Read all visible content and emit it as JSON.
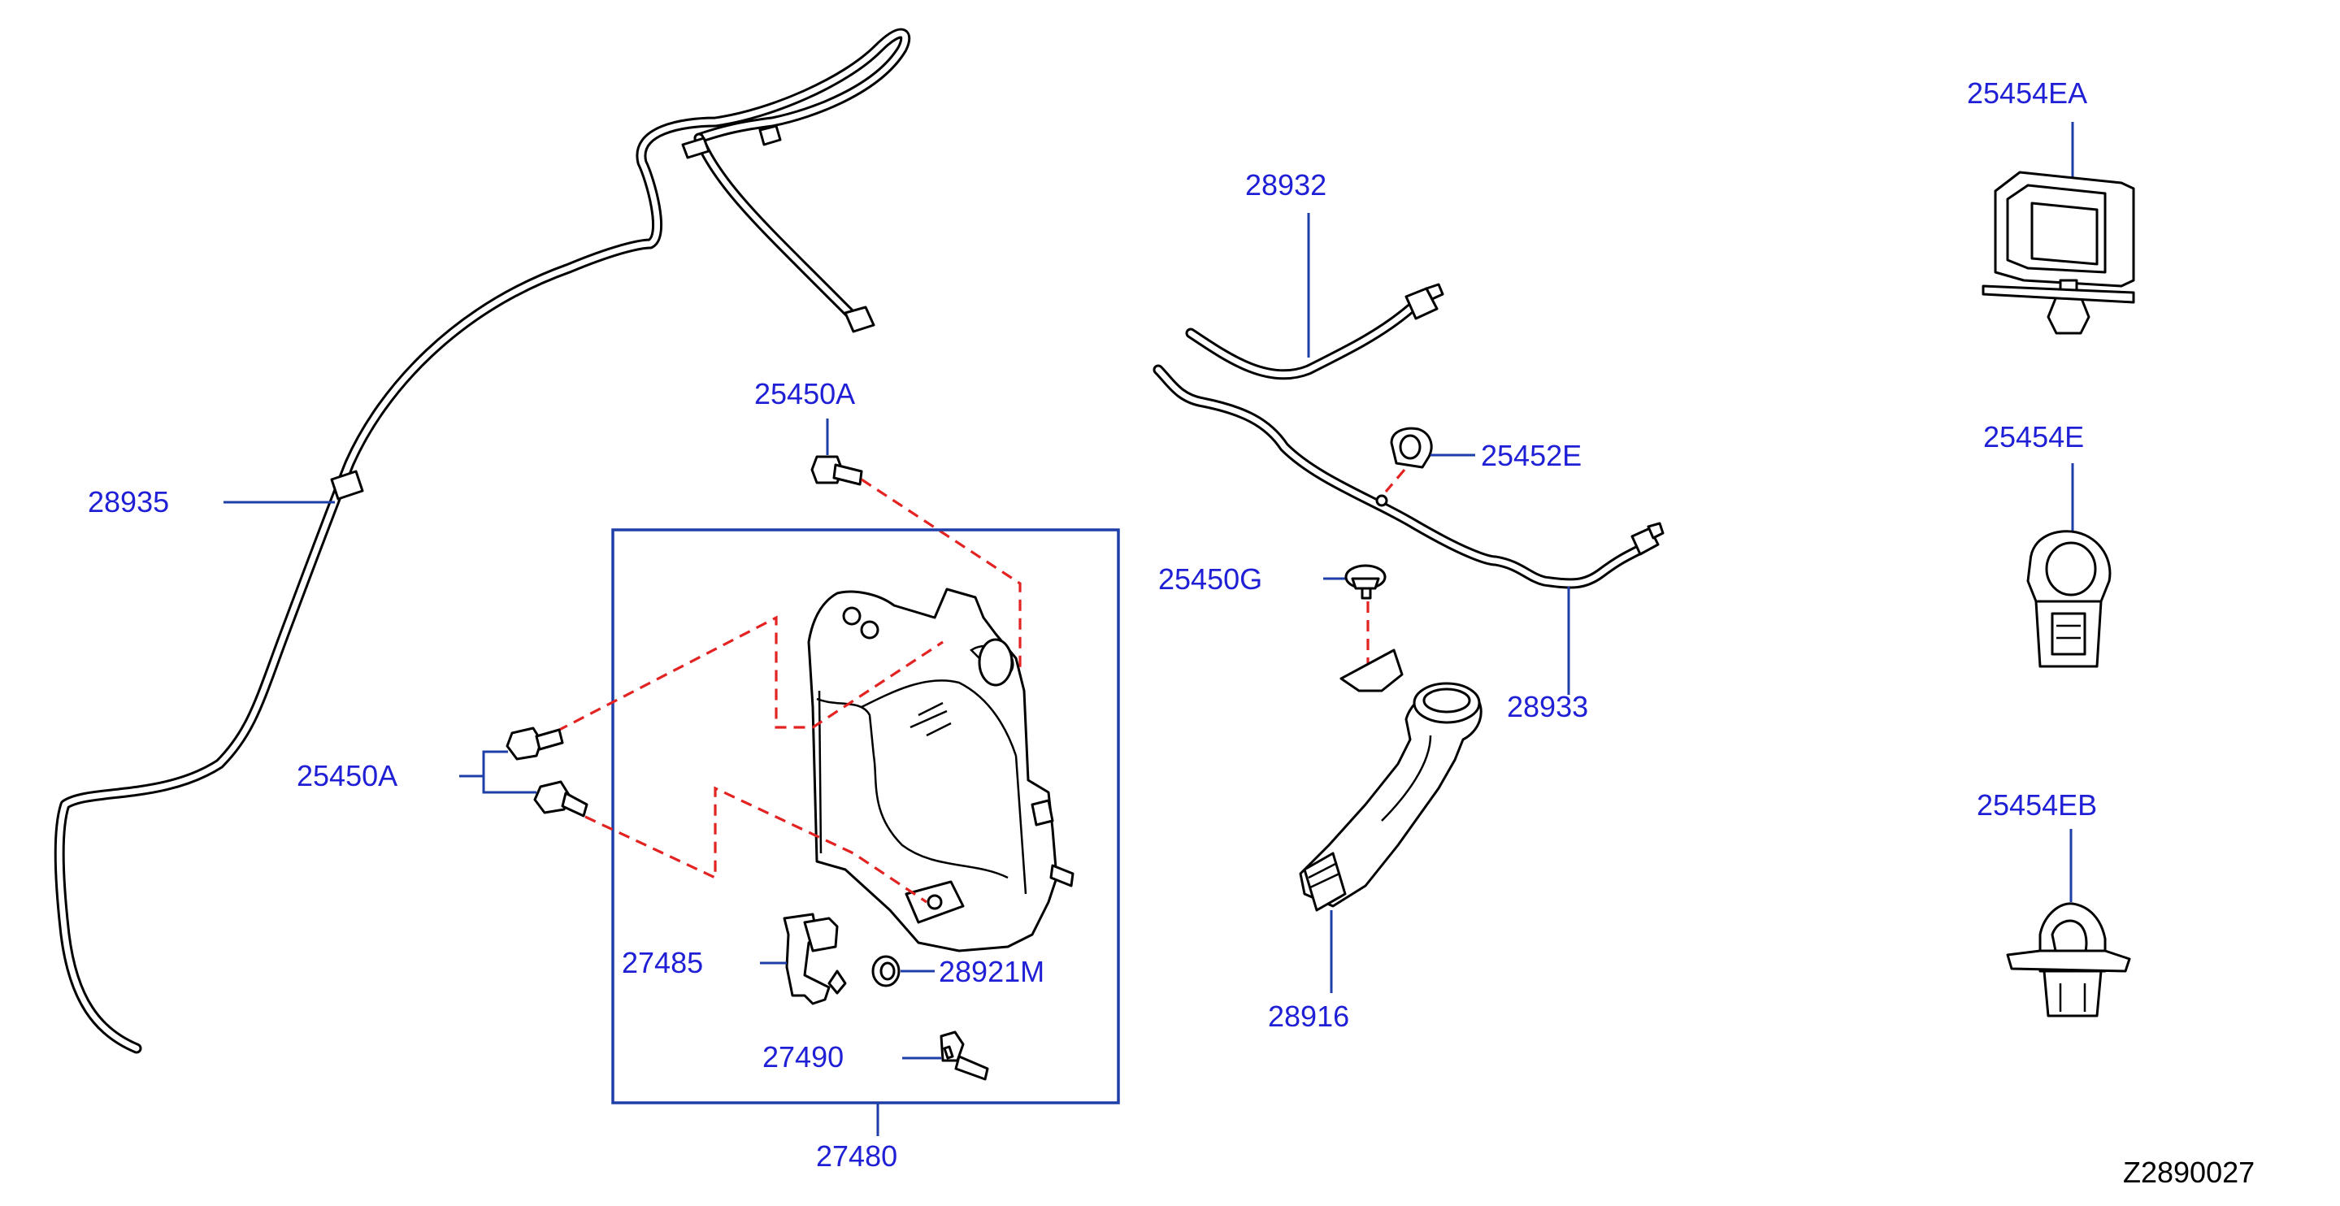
{
  "diagram": {
    "callouts": {
      "hose_28935": "28935",
      "bolt_25450a_top": "25450A",
      "bolt_25450a_left": "25450A",
      "pump_27485": "27485",
      "seal_28921m": "28921M",
      "sensor_27490": "27490",
      "tank_assy_27480": "27480",
      "hose_28932": "28932",
      "hose_28933": "28933",
      "clip_25452e": "25452E",
      "cap_25450g": "25450G",
      "filler_neck_28916": "28916",
      "clip_25454ea": "25454EA",
      "clip_25454e": "25454E",
      "clip_25454eb": "25454EB"
    },
    "diagram_code": "Z2890027",
    "colors": {
      "callout_text": "#1f1fd6",
      "leader_line": "#1f3fa8",
      "dashed_line": "#e32222",
      "line_art": "#000000"
    }
  }
}
